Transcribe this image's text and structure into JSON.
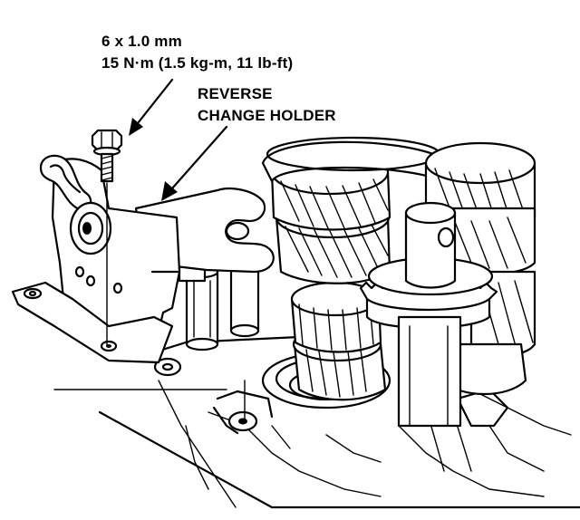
{
  "callouts": {
    "bolt_spec": {
      "size": "6 x 1.0 mm",
      "torque": "15 N·m (1.5 kg-m, 11 lb-ft)"
    },
    "part_name": {
      "line1": "REVERSE",
      "line2": "CHANGE HOLDER"
    }
  }
}
